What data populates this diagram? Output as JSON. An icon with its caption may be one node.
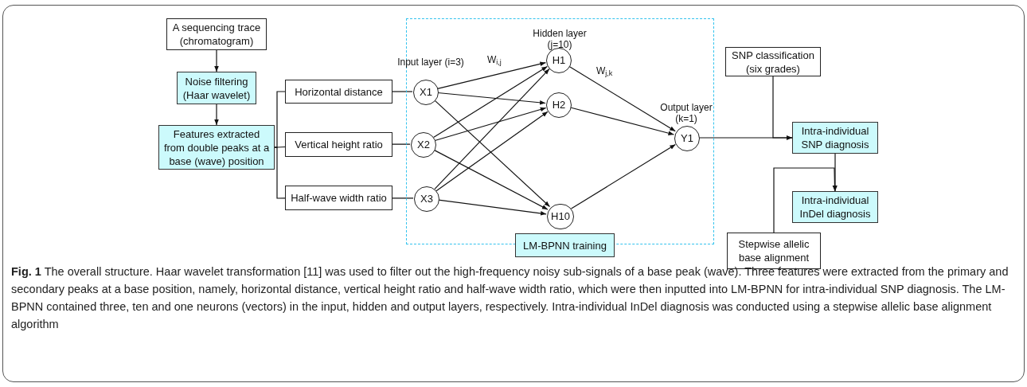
{
  "diagram": {
    "caption": "**Fig. 1** The overall structure. Haar wavelet transformation [11] was used to filter out the high-frequency noisy sub-signals of a base peak (wave). Three features were extracted from the primary and secondary peaks at a base position, namely, horizontal distance, vertical height ratio and half-wave width ratio, which were then inputted into LM-BPNN for intra-individual SNP diagnosis. The LM-BPNN contained three, ten and one neurons (vectors) in the input, hidden and output layers, respectively. Intra-individual InDel diagnosis was conducted using a stepwise allelic base alignment algorithm",
    "nodes": [
      {
        "text": [
          "A sequencing trace (chromatogram)"
        ]
      },
      {
        "text": [
          "Noise filtering (Haar wavelet)"
        ]
      },
      {
        "text": [
          "Features extracted from double peaks at a base (wave) position"
        ]
      },
      {
        "text": [
          "Horizontal distance"
        ]
      },
      {
        "text": [
          "Vertical height ratio"
        ]
      },
      {
        "text": [
          "Half-wave width ratio"
        ]
      },
      {
        "text": [],
        "shape": "box"
      },
      {
        "text": [
          "X1"
        ],
        "in": 6,
        "beside": [
          "Input layer (i=3)"
        ]
      },
      {
        "text": [
          "X2"
        ],
        "in": 6
      },
      {
        "text": [
          "X3"
        ],
        "in": 6
      },
      {
        "text": [
          "H1"
        ],
        "in": 6,
        "beside": [
          "Hidden layer (j=10)"
        ]
      },
      {
        "text": [
          "H2"
        ],
        "in": 6
      },
      {
        "text": [
          "H10"
        ],
        "in": 6
      },
      {
        "text": [
          "Y1"
        ],
        "in": 6,
        "beside": [
          "Output layer (k=1)"
        ]
      },
      {
        "text": [
          "LM-BPNN training"
        ],
        "in": 6
      },
      {
        "text": [
          "SNP classification (six grades)"
        ]
      },
      {
        "text": [
          "Intra-individual SNP diagnosis"
        ]
      },
      {
        "text": [
          "Intra-individual InDel diagnosis"
        ]
      },
      {
        "text": [
          "Stepwise allelic base alignment"
        ]
      }
    ],
    "edges": [
      {
        "from": 0,
        "to": 1,
        "arrow": "to"
      },
      {
        "from": 1,
        "to": 2,
        "arrow": "to"
      },
      {
        "from": 2,
        "to": 3,
        "arrow": "none"
      },
      {
        "from": 2,
        "to": 4,
        "arrow": "none"
      },
      {
        "from": 2,
        "to": 5,
        "arrow": "none"
      },
      {
        "from": 3,
        "to": 7,
        "arrow": "none"
      },
      {
        "from": 4,
        "to": 8,
        "arrow": "none"
      },
      {
        "from": 5,
        "to": 9,
        "arrow": "none"
      },
      {
        "from": 7,
        "to": 10,
        "arrow": "to"
      },
      {
        "from": 7,
        "to": 11,
        "arrow": "to"
      },
      {
        "from": 7,
        "to": 12,
        "arrow": "to"
      },
      {
        "from": 8,
        "to": 10,
        "arrow": "to"
      },
      {
        "from": 8,
        "to": 11,
        "arrow": "to"
      },
      {
        "from": 8,
        "to": 12,
        "arrow": "to"
      },
      {
        "from": 9,
        "to": 10,
        "arrow": "to"
      },
      {
        "from": 9,
        "to": 11,
        "arrow": "to"
      },
      {
        "from": 9,
        "to": 12,
        "arrow": "to"
      },
      {
        "from": 10,
        "to": 13,
        "arrow": "to"
      },
      {
        "from": 11,
        "to": 13,
        "arrow": "to"
      },
      {
        "from": 12,
        "to": 13,
        "arrow": "to"
      },
      {
        "from": 13,
        "to": 16,
        "arrow": "to"
      },
      {
        "from": 15,
        "to": 16,
        "arrow": "to"
      },
      {
        "from": 16,
        "to": 17,
        "arrow": "to"
      },
      {
        "from": 18,
        "to": 17,
        "arrow": "to"
      }
    ],
    "labels": [
      "W$_{i,j}$",
      "W$_{j,k}$"
    ]
  }
}
